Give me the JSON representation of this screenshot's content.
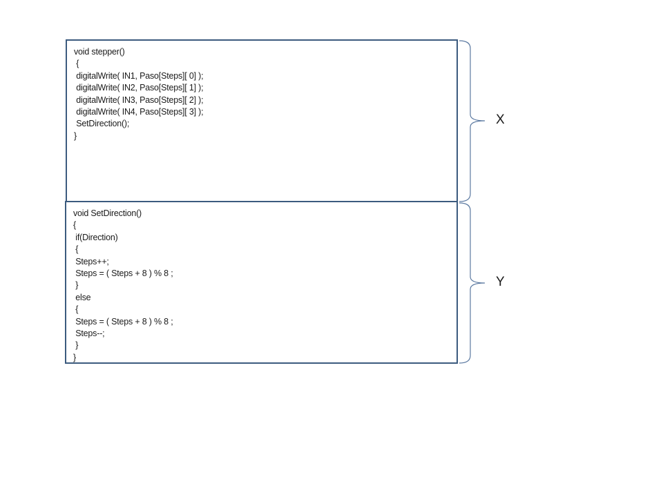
{
  "sections": [
    {
      "label": "X",
      "code": [
        "void stepper()",
        " {",
        " digitalWrite( IN1, Paso[Steps][ 0] );",
        " digitalWrite( IN2, Paso[Steps][ 1] );",
        " digitalWrite( IN3, Paso[Steps][ 2] );",
        " digitalWrite( IN4, Paso[Steps][ 3] );",
        " SetDirection();",
        "}"
      ]
    },
    {
      "label": "Y",
      "code": [
        "void SetDirection()",
        "{",
        " if(Direction)",
        " {",
        " Steps++;",
        " Steps = ( Steps + 8 ) % 8 ;",
        " }",
        " else",
        " {",
        " Steps = ( Steps + 8 ) % 8 ;",
        " Steps--;",
        " }",
        "}"
      ]
    }
  ],
  "colors": {
    "box_border": "#3b5a7e",
    "brace": "#5a78a0",
    "text": "#1a1a1a"
  }
}
